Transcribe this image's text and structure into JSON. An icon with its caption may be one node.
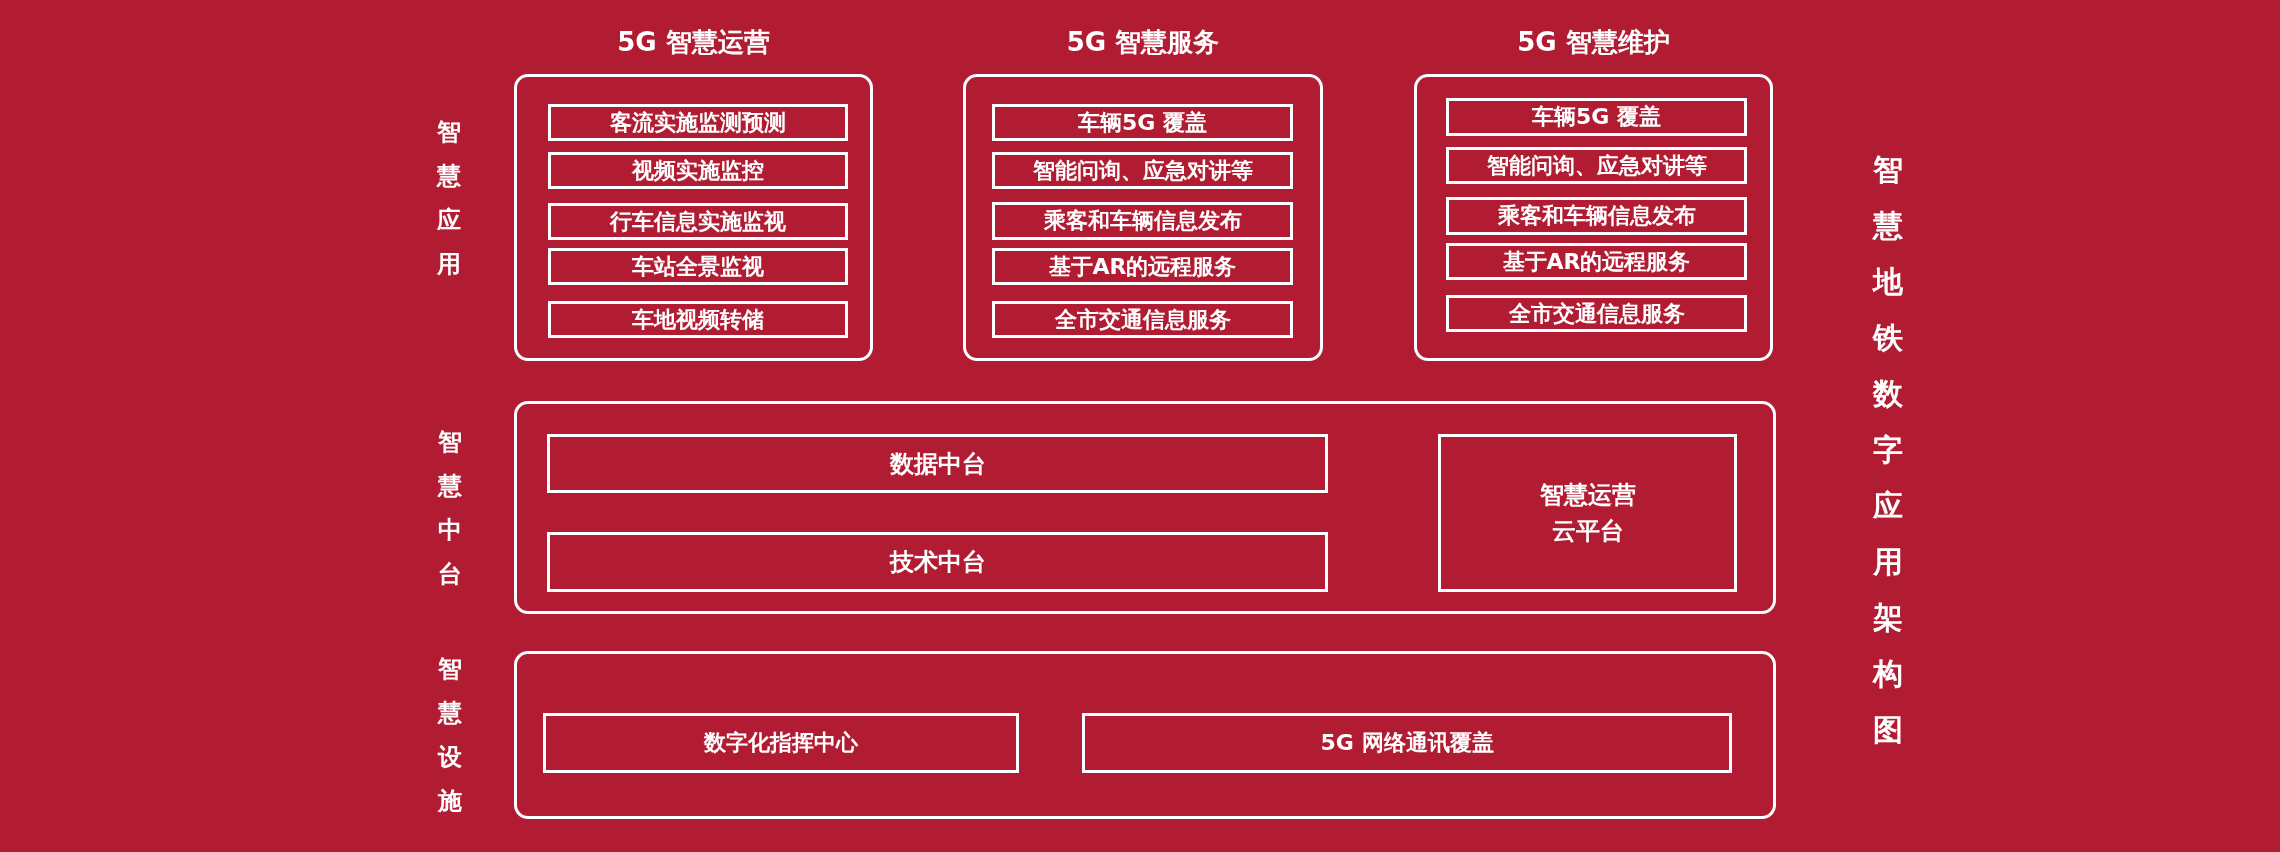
{
  "diagram": {
    "title": "智慧地铁数字应用架构图",
    "nodes": [
      {
        "text": [
          "5G 智慧运营"
        ]
      },
      {
        "text": [
          "客流实施监测预测"
        ],
        "in": 0
      },
      {
        "text": [
          "视频实施监控"
        ],
        "in": 0
      },
      {
        "text": [
          "行车信息实施监视"
        ],
        "in": 0
      },
      {
        "text": [
          "车站全景监视"
        ],
        "in": 0
      },
      {
        "text": [
          "车地视频转储"
        ],
        "in": 0
      },
      {
        "text": [
          "5G 智慧服务"
        ]
      },
      {
        "text": [
          "车辆5G 覆盖"
        ],
        "in": 6
      },
      {
        "text": [
          "智能问询、应急对讲等"
        ],
        "in": 6
      },
      {
        "text": [
          "乘客和车辆信息发布"
        ],
        "in": 6
      },
      {
        "text": [
          "基于AR的远程服务"
        ],
        "in": 6
      },
      {
        "text": [
          "全市交通信息服务"
        ],
        "in": 6
      },
      {
        "text": [
          "5G 智慧维护"
        ]
      },
      {
        "text": [
          "车辆5G 覆盖"
        ],
        "in": 12
      },
      {
        "text": [
          "智能问询、应急对讲等"
        ],
        "in": 12
      },
      {
        "text": [
          "乘客和车辆信息发布"
        ],
        "in": 12
      },
      {
        "text": [
          "基于AR的远程服务"
        ],
        "in": 12
      },
      {
        "text": [
          "全市交通信息服务"
        ],
        "in": 12
      },
      {
        "text": [
          "智慧中台"
        ]
      },
      {
        "text": [
          "数据中台"
        ],
        "in": 18
      },
      {
        "text": [
          "技术中台"
        ],
        "in": 18
      },
      {
        "text": [
          "智慧运营云平台"
        ],
        "in": 18
      },
      {
        "text": [
          "智慧设施"
        ]
      },
      {
        "text": [
          "数字化指挥中心"
        ],
        "in": 22
      },
      {
        "text": [
          "5G 网络通讯覆盖"
        ],
        "in": 22
      }
    ],
    "labels": [
      "智慧应用"
    ]
  }
}
